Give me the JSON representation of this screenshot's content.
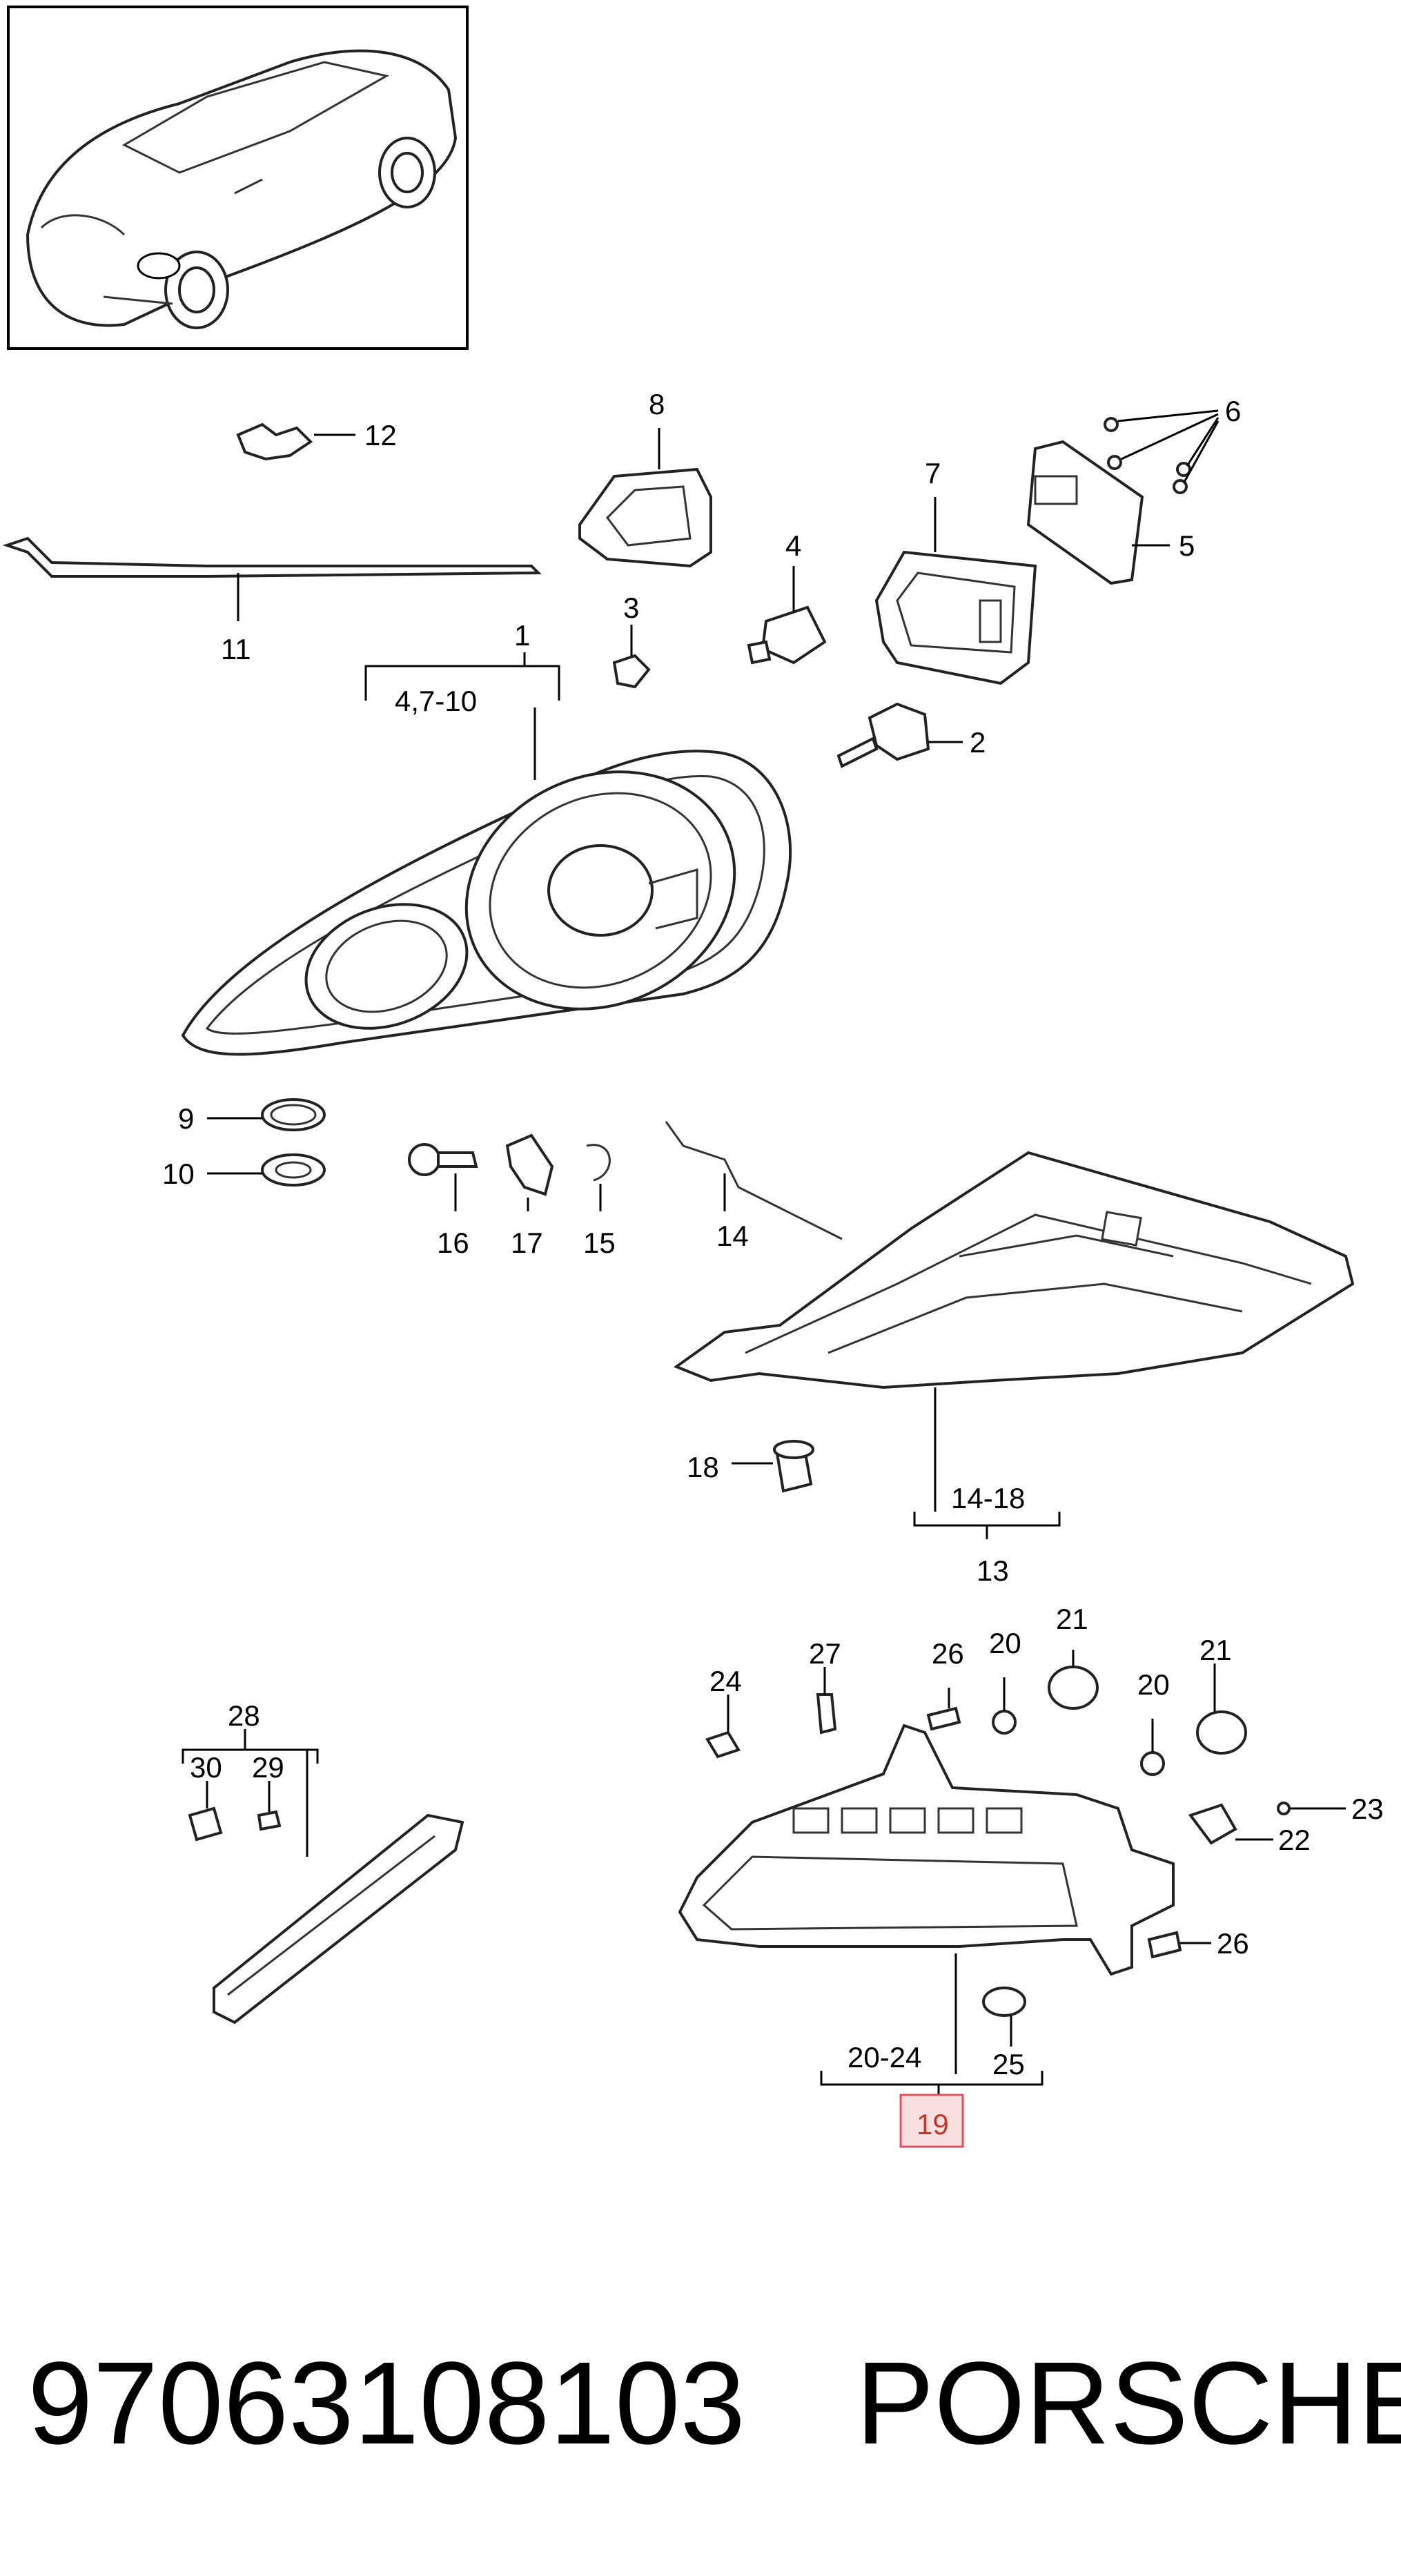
{
  "labels": {
    "l1": "1",
    "l2": "2",
    "l3": "3",
    "l4": "4",
    "l5": "5",
    "l6": "6",
    "l7": "7",
    "l8": "8",
    "l9": "9",
    "l10": "10",
    "l11": "11",
    "l12": "12",
    "l13": "13",
    "l14": "14",
    "l14_18": "14-18",
    "l15": "15",
    "l16": "16",
    "l17": "17",
    "l18": "18",
    "l19": "19",
    "l20a": "20",
    "l20b": "20",
    "l20_24": "20-24",
    "l21a": "21",
    "l21b": "21",
    "l22": "22",
    "l23": "23",
    "l24": "24",
    "l25": "25",
    "l26a": "26",
    "l26b": "26",
    "l27": "27",
    "l28": "28",
    "l29": "29",
    "l30": "30",
    "l4_7_10": "4,7-10"
  },
  "footer": {
    "part_number": "97063108103",
    "brand": "PORSCHE"
  },
  "highlight_color": "#f4b8bd"
}
